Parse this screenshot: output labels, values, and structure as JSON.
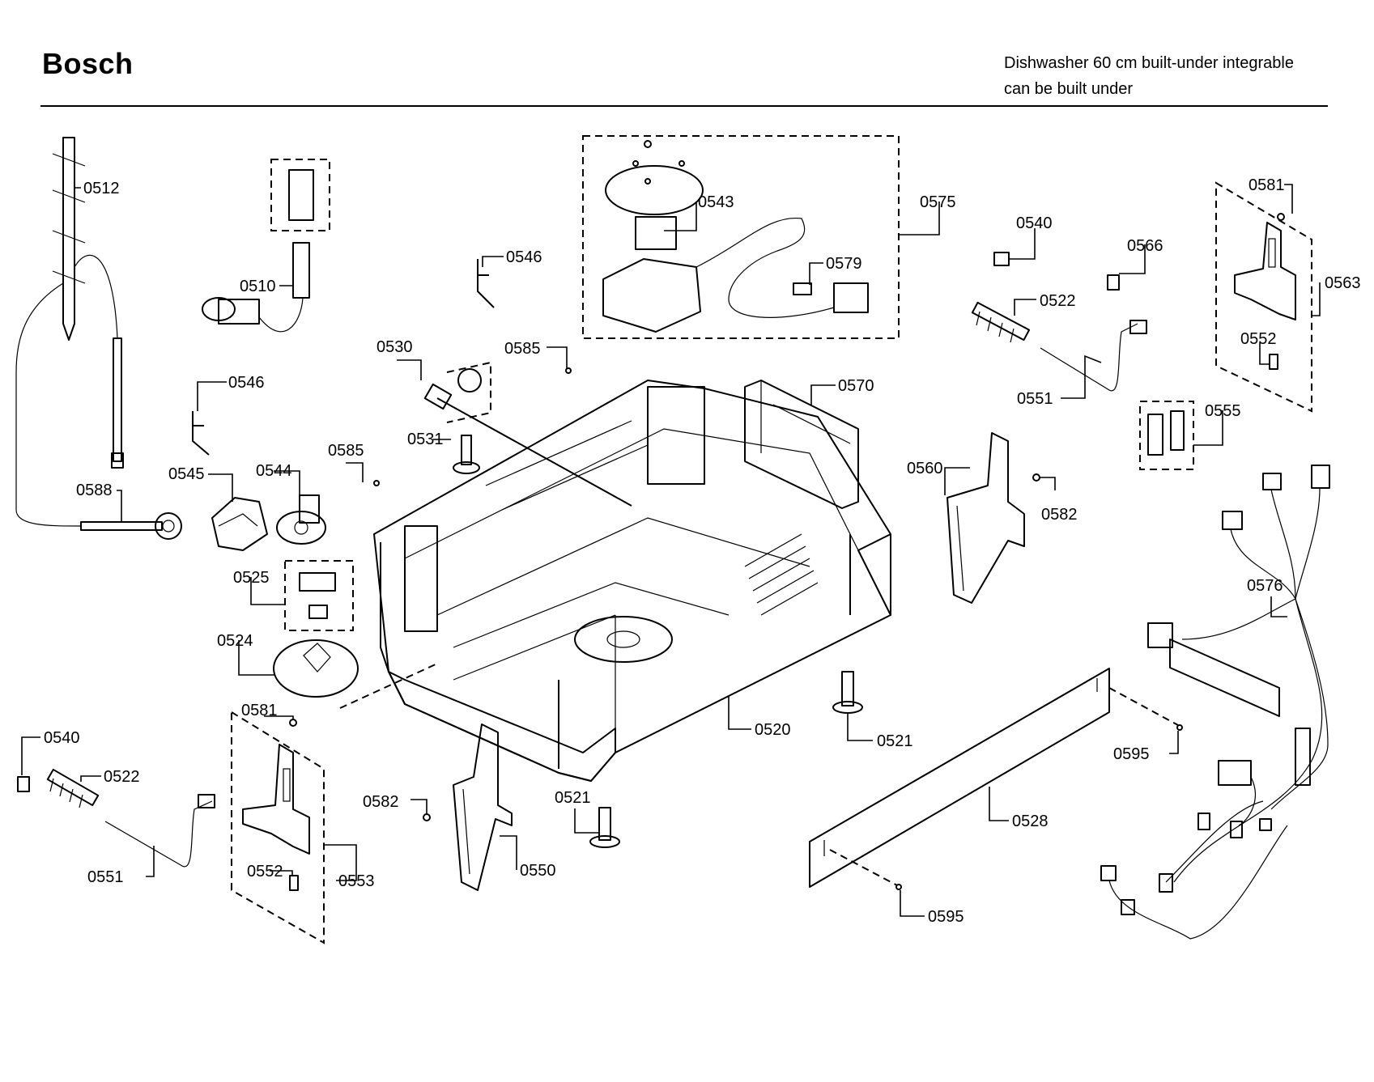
{
  "header": {
    "brand": "Bosch",
    "description_line1": "Dishwasher 60 cm built-under integrable",
    "description_line2": "can be built under"
  },
  "parts": [
    {
      "key": "p0512",
      "label": "0512"
    },
    {
      "key": "p0510",
      "label": "0510"
    },
    {
      "key": "p0546a",
      "label": "0546"
    },
    {
      "key": "p0546b",
      "label": "0546"
    },
    {
      "key": "p0530",
      "label": "0530"
    },
    {
      "key": "p0585a",
      "label": "0585"
    },
    {
      "key": "p0531",
      "label": "0531"
    },
    {
      "key": "p0585b",
      "label": "0585"
    },
    {
      "key": "p0588",
      "label": "0588"
    },
    {
      "key": "p0545",
      "label": "0545"
    },
    {
      "key": "p0544",
      "label": "0544"
    },
    {
      "key": "p0525",
      "label": "0525"
    },
    {
      "key": "p0524",
      "label": "0524"
    },
    {
      "key": "p0581a",
      "label": "0581"
    },
    {
      "key": "p0540a",
      "label": "0540"
    },
    {
      "key": "p0522a",
      "label": "0522"
    },
    {
      "key": "p0551a",
      "label": "0551"
    },
    {
      "key": "p0552a",
      "label": "0552"
    },
    {
      "key": "p0553",
      "label": "0553"
    },
    {
      "key": "p0582a",
      "label": "0582"
    },
    {
      "key": "p0550",
      "label": "0550"
    },
    {
      "key": "p0521a",
      "label": "0521"
    },
    {
      "key": "p0520",
      "label": "0520"
    },
    {
      "key": "p0521b",
      "label": "0521"
    },
    {
      "key": "p0543",
      "label": "0543"
    },
    {
      "key": "p0575",
      "label": "0575"
    },
    {
      "key": "p0579",
      "label": "0579"
    },
    {
      "key": "p0570",
      "label": "0570"
    },
    {
      "key": "p0540b",
      "label": "0540"
    },
    {
      "key": "p0566",
      "label": "0566"
    },
    {
      "key": "p0522b",
      "label": "0522"
    },
    {
      "key": "p0551b",
      "label": "0551"
    },
    {
      "key": "p0560",
      "label": "0560"
    },
    {
      "key": "p0582b",
      "label": "0582"
    },
    {
      "key": "p0581b",
      "label": "0581"
    },
    {
      "key": "p0563",
      "label": "0563"
    },
    {
      "key": "p0552b",
      "label": "0552"
    },
    {
      "key": "p0555",
      "label": "0555"
    },
    {
      "key": "p0576",
      "label": "0576"
    },
    {
      "key": "p0595a",
      "label": "0595"
    },
    {
      "key": "p0528",
      "label": "0528"
    },
    {
      "key": "p0595b",
      "label": "0595"
    }
  ]
}
